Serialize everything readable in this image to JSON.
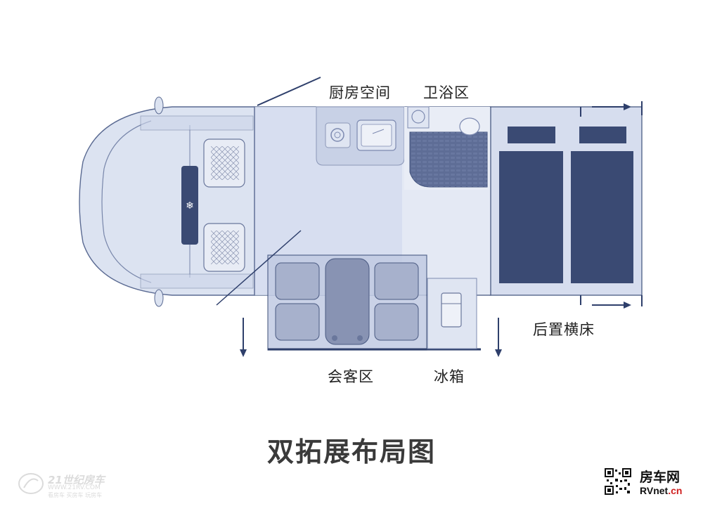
{
  "diagram": {
    "title": "双拓展布局图",
    "labels": {
      "kitchen": "厨房空间",
      "bathroom": "卫浴区",
      "rear_bed": "后置横床",
      "lounge": "会客区",
      "fridge": "冰箱"
    }
  },
  "watermark": {
    "line1": "21世纪房车",
    "line2": "WWW.21RV.COM",
    "line3": "看房车 买房车 玩房车"
  },
  "brand": {
    "name": "房车网",
    "url_main": "RVnet",
    "url_suffix": ".cn"
  },
  "colors": {
    "outline": "#3d4f7a",
    "fill_light": "#dfe5f2",
    "fill_mid": "#c5cfe5",
    "fill_dark": "#3a4a73",
    "arrow": "#2e3f6b"
  }
}
